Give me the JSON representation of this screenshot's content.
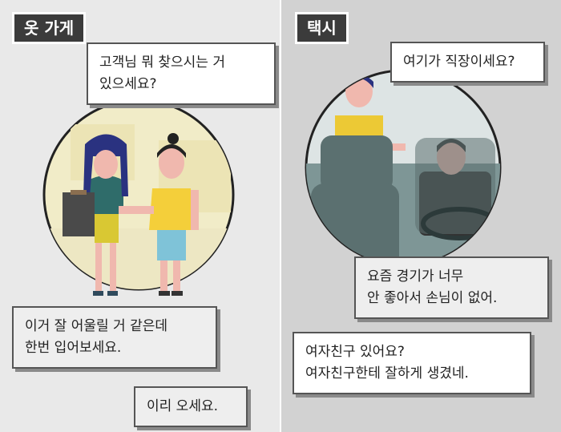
{
  "left_panel": {
    "tag": "옷 가게",
    "bubble_clerk": [
      "고객님 뭐 찾으시는 거",
      "있으세요?"
    ],
    "bubble_try_on": [
      "이거 잘 어울릴 거 같은데",
      "한번 입어보세요."
    ],
    "bubble_come_here": [
      "이리 오세요."
    ]
  },
  "right_panel": {
    "tag": "택시",
    "bubble_workplace": [
      "여기가 직장이세요?"
    ],
    "bubble_economy": [
      "요즘 경기가 너무",
      "안 좋아서 손님이 없어."
    ],
    "bubble_girlfriend": [
      "여자친구 있어요?",
      "여자친구한테 잘하게 생겼네."
    ]
  },
  "colors": {
    "left_bg": "#e9e9e9",
    "right_bg": "#d2d2d2",
    "tag_bg": "#3b3b3b",
    "bubble_shadow": "#8a8a8a"
  }
}
